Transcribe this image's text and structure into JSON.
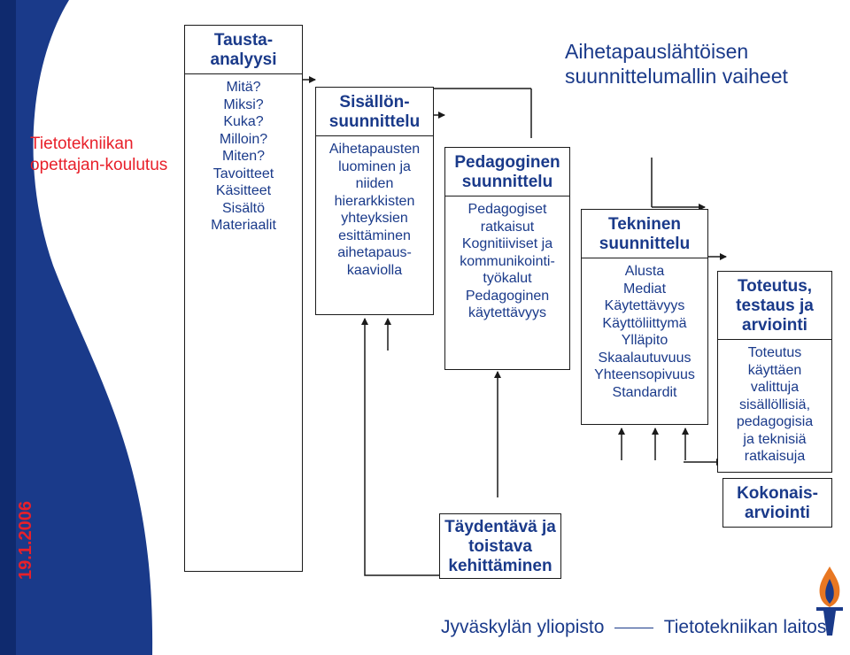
{
  "sidebar": {
    "title": "Tietotekniikan opettajan-koulutus",
    "date": "19.1.2006"
  },
  "heading": "Aihetapauslähtöisen suunnittelumallin vaiheet",
  "boxes": {
    "tausta": {
      "title": "Tausta-analyysi",
      "items": [
        "Mitä?",
        "Miksi?",
        "Kuka?",
        "Milloin?",
        "Miten?",
        "Tavoitteet",
        "Käsitteet",
        "Sisältö",
        "Materiaalit"
      ]
    },
    "sisallon": {
      "title": "Sisällön-suunnittelu",
      "items": [
        "Aihetapausten",
        "luominen ja",
        "niiden",
        "hierarkkisten",
        "yhteyksien",
        "esittäminen",
        "aihetapaus-",
        "kaaviolla"
      ]
    },
    "pedagoginen": {
      "title": "Pedagoginen suunnittelu",
      "items": [
        "Pedagogiset",
        "ratkaisut",
        "Kognitiiviset ja",
        "kommunikointi-",
        "työkalut",
        "Pedagoginen",
        "käytettävyys"
      ]
    },
    "tekninen": {
      "title": "Tekninen suunnittelu",
      "items": [
        "Alusta",
        "Mediat",
        "Käytettävyys",
        "Käyttöliittymä",
        "Ylläpito",
        "Skaalautuvuus",
        "Yhteensopivuus",
        "Standardit"
      ]
    },
    "toteutus": {
      "title": "Toteutus, testaus ja arviointi",
      "items": [
        "Toteutus",
        "käyttäen",
        "valittuja",
        "sisällöllisiä,",
        "pedagogisia",
        "ja teknisiä",
        "ratkaisuja"
      ]
    },
    "kokonais": {
      "title": "Kokonais-arviointi"
    },
    "taydentava": {
      "title": "Täydentävä ja toistava kehittäminen"
    }
  },
  "footer": {
    "university": "Jyväskylän yliopisto",
    "department": "Tietotekniikan laitos"
  },
  "colors": {
    "sidebar_blue": "#1a3a8a",
    "accent_red": "#e8202a",
    "logo_orange": "#e87722"
  }
}
